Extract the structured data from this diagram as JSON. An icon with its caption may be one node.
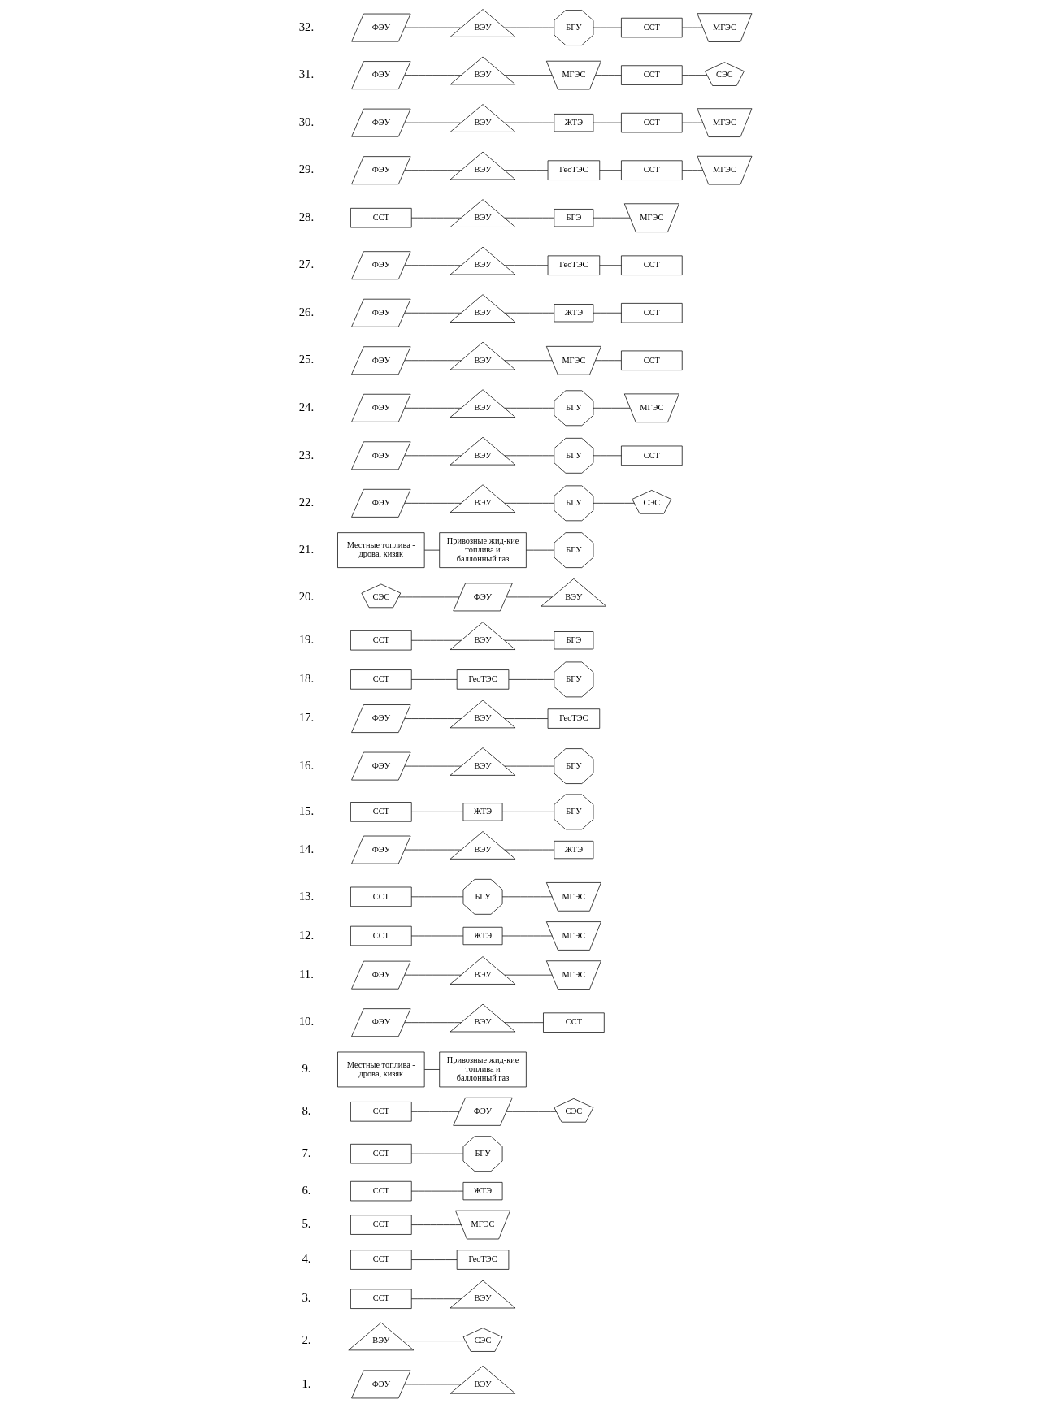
{
  "diagram": {
    "nodes": [
      {
        "text": [
          "ФЭУ"
        ]
      },
      {
        "text": [
          "ВЭУ"
        ]
      },
      {
        "text": [
          "ВЭУ"
        ]
      },
      {
        "text": [
          "СЭС"
        ]
      },
      {
        "text": [
          "ССТ"
        ]
      },
      {
        "text": [
          "ВЭУ"
        ]
      },
      {
        "text": [
          "ССТ"
        ]
      },
      {
        "text": [
          "ГеоТЭС"
        ]
      },
      {
        "text": [
          "ССТ"
        ]
      },
      {
        "text": [
          "МГЭС"
        ]
      },
      {
        "text": [
          "ССТ"
        ]
      },
      {
        "text": [
          "ЖТЭ"
        ]
      },
      {
        "text": [
          "ССТ"
        ]
      },
      {
        "text": [
          "БГУ"
        ]
      },
      {
        "text": [
          "ССТ"
        ]
      },
      {
        "text": [
          "ФЭУ"
        ]
      },
      {
        "text": [
          "СЭС"
        ]
      },
      {
        "text": [
          "Местные топлива - дрова, кизяк"
        ]
      },
      {
        "text": [
          "Привозные жид-кие топлива и баллонный газ"
        ]
      },
      {
        "text": [
          "ФЭУ"
        ]
      },
      {
        "text": [
          "ВЭУ"
        ]
      },
      {
        "text": [
          "ССТ"
        ]
      },
      {
        "text": [
          "ФЭУ"
        ]
      },
      {
        "text": [
          "ВЭУ"
        ]
      },
      {
        "text": [
          "МГЭС"
        ]
      },
      {
        "text": [
          "ССТ"
        ]
      },
      {
        "text": [
          "ЖТЭ"
        ]
      },
      {
        "text": [
          "МГЭС"
        ]
      },
      {
        "text": [
          "ССТ"
        ]
      },
      {
        "text": [
          "БГУ"
        ]
      },
      {
        "text": [
          "МГЭС"
        ]
      },
      {
        "text": [
          "ФЭУ"
        ]
      },
      {
        "text": [
          "ВЭУ"
        ]
      },
      {
        "text": [
          "ЖТЭ"
        ]
      },
      {
        "text": [
          "ССТ"
        ]
      },
      {
        "text": [
          "ЖТЭ"
        ]
      },
      {
        "text": [
          "БГУ"
        ]
      },
      {
        "text": [
          "ФЭУ"
        ]
      },
      {
        "text": [
          "ВЭУ"
        ]
      },
      {
        "text": [
          "БГУ"
        ]
      },
      {
        "text": [
          "ФЭУ"
        ]
      },
      {
        "text": [
          "ВЭУ"
        ]
      },
      {
        "text": [
          "ГеоТЭС"
        ]
      },
      {
        "text": [
          "ССТ"
        ]
      },
      {
        "text": [
          "ГеоТЭС"
        ]
      },
      {
        "text": [
          "БГУ"
        ]
      },
      {
        "text": [
          "ССТ"
        ]
      },
      {
        "text": [
          "ВЭУ"
        ]
      },
      {
        "text": [
          "БГЭ"
        ]
      },
      {
        "text": [
          "СЭС"
        ]
      },
      {
        "text": [
          "ФЭУ"
        ]
      },
      {
        "text": [
          "ВЭУ"
        ]
      },
      {
        "text": [
          "Местные топлива - дрова, кизяк"
        ]
      },
      {
        "text": [
          "Привозные жид-кие топлива и баллонный газ"
        ]
      },
      {
        "text": [
          "БГУ"
        ]
      },
      {
        "text": [
          "ФЭУ"
        ]
      },
      {
        "text": [
          "ВЭУ"
        ]
      },
      {
        "text": [
          "БГУ"
        ]
      },
      {
        "text": [
          "СЭС"
        ]
      },
      {
        "text": [
          "ФЭУ"
        ]
      },
      {
        "text": [
          "ВЭУ"
        ]
      },
      {
        "text": [
          "БГУ"
        ]
      },
      {
        "text": [
          "ССТ"
        ]
      },
      {
        "text": [
          "ФЭУ"
        ]
      },
      {
        "text": [
          "ВЭУ"
        ]
      },
      {
        "text": [
          "БГУ"
        ]
      },
      {
        "text": [
          "МГЭС"
        ]
      },
      {
        "text": [
          "ФЭУ"
        ]
      },
      {
        "text": [
          "ВЭУ"
        ]
      },
      {
        "text": [
          "МГЭС"
        ]
      },
      {
        "text": [
          "ССТ"
        ]
      },
      {
        "text": [
          "ФЭУ"
        ]
      },
      {
        "text": [
          "ВЭУ"
        ]
      },
      {
        "text": [
          "ЖТЭ"
        ]
      },
      {
        "text": [
          "ССТ"
        ]
      },
      {
        "text": [
          "ФЭУ"
        ]
      },
      {
        "text": [
          "ВЭУ"
        ]
      },
      {
        "text": [
          "ГеоТЭС"
        ]
      },
      {
        "text": [
          "ССТ"
        ]
      },
      {
        "text": [
          "ССТ"
        ]
      },
      {
        "text": [
          "ВЭУ"
        ]
      },
      {
        "text": [
          "БГЭ"
        ]
      },
      {
        "text": [
          "МГЭС"
        ]
      },
      {
        "text": [
          "ФЭУ"
        ]
      },
      {
        "text": [
          "ВЭУ"
        ]
      },
      {
        "text": [
          "ГеоТЭС"
        ]
      },
      {
        "text": [
          "ССТ"
        ]
      },
      {
        "text": [
          "МГЭС"
        ]
      },
      {
        "text": [
          "ФЭУ"
        ]
      },
      {
        "text": [
          "ВЭУ"
        ]
      },
      {
        "text": [
          "ЖТЭ"
        ]
      },
      {
        "text": [
          "ССТ"
        ]
      },
      {
        "text": [
          "МГЭС"
        ]
      },
      {
        "text": [
          "ФЭУ"
        ]
      },
      {
        "text": [
          "ВЭУ"
        ]
      },
      {
        "text": [
          "МГЭС"
        ]
      },
      {
        "text": [
          "ССТ"
        ]
      },
      {
        "text": [
          "СЭС"
        ]
      },
      {
        "text": [
          "ФЭУ"
        ]
      },
      {
        "text": [
          "ВЭУ"
        ]
      },
      {
        "text": [
          "БГУ"
        ]
      },
      {
        "text": [
          "ССТ"
        ]
      },
      {
        "text": [
          "МГЭС"
        ]
      }
    ],
    "edges": [
      {
        "from": 0,
        "to": 1,
        "arrow": "none"
      },
      {
        "from": 2,
        "to": 3,
        "arrow": "none"
      },
      {
        "from": 4,
        "to": 5,
        "arrow": "none"
      },
      {
        "from": 6,
        "to": 7,
        "arrow": "none"
      },
      {
        "from": 8,
        "to": 9,
        "arrow": "none"
      },
      {
        "from": 10,
        "to": 11,
        "arrow": "none"
      },
      {
        "from": 12,
        "to": 13,
        "arrow": "none"
      },
      {
        "from": 14,
        "to": 15,
        "arrow": "none"
      },
      {
        "from": 15,
        "to": 16,
        "arrow": "none"
      },
      {
        "from": 17,
        "to": 18,
        "arrow": "none"
      },
      {
        "from": 19,
        "to": 20,
        "arrow": "none"
      },
      {
        "from": 20,
        "to": 21,
        "arrow": "none"
      },
      {
        "from": 22,
        "to": 23,
        "arrow": "none"
      },
      {
        "from": 23,
        "to": 24,
        "arrow": "none"
      },
      {
        "from": 25,
        "to": 26,
        "arrow": "none"
      },
      {
        "from": 26,
        "to": 27,
        "arrow": "none"
      },
      {
        "from": 28,
        "to": 29,
        "arrow": "none"
      },
      {
        "from": 29,
        "to": 30,
        "arrow": "none"
      },
      {
        "from": 31,
        "to": 32,
        "arrow": "none"
      },
      {
        "from": 32,
        "to": 33,
        "arrow": "none"
      },
      {
        "from": 34,
        "to": 35,
        "arrow": "none"
      },
      {
        "from": 35,
        "to": 36,
        "arrow": "none"
      },
      {
        "from": 37,
        "to": 38,
        "arrow": "none"
      },
      {
        "from": 38,
        "to": 39,
        "arrow": "none"
      },
      {
        "from": 40,
        "to": 41,
        "arrow": "none"
      },
      {
        "from": 41,
        "to": 42,
        "arrow": "none"
      },
      {
        "from": 43,
        "to": 44,
        "arrow": "none"
      },
      {
        "from": 44,
        "to": 45,
        "arrow": "none"
      },
      {
        "from": 46,
        "to": 47,
        "arrow": "none"
      },
      {
        "from": 47,
        "to": 48,
        "arrow": "none"
      },
      {
        "from": 49,
        "to": 50,
        "arrow": "none"
      },
      {
        "from": 50,
        "to": 51,
        "arrow": "none"
      },
      {
        "from": 52,
        "to": 53,
        "arrow": "none"
      },
      {
        "from": 53,
        "to": 54,
        "arrow": "none"
      },
      {
        "from": 55,
        "to": 56,
        "arrow": "none"
      },
      {
        "from": 56,
        "to": 57,
        "arrow": "none"
      },
      {
        "from": 57,
        "to": 58,
        "arrow": "none"
      },
      {
        "from": 59,
        "to": 60,
        "arrow": "none"
      },
      {
        "from": 60,
        "to": 61,
        "arrow": "none"
      },
      {
        "from": 61,
        "to": 62,
        "arrow": "none"
      },
      {
        "from": 63,
        "to": 64,
        "arrow": "none"
      },
      {
        "from": 64,
        "to": 65,
        "arrow": "none"
      },
      {
        "from": 65,
        "to": 66,
        "arrow": "none"
      },
      {
        "from": 67,
        "to": 68,
        "arrow": "none"
      },
      {
        "from": 68,
        "to": 69,
        "arrow": "none"
      },
      {
        "from": 69,
        "to": 70,
        "arrow": "none"
      },
      {
        "from": 71,
        "to": 72,
        "arrow": "none"
      },
      {
        "from": 72,
        "to": 73,
        "arrow": "none"
      },
      {
        "from": 73,
        "to": 74,
        "arrow": "none"
      },
      {
        "from": 75,
        "to": 76,
        "arrow": "none"
      },
      {
        "from": 76,
        "to": 77,
        "arrow": "none"
      },
      {
        "from": 77,
        "to": 78,
        "arrow": "none"
      },
      {
        "from": 79,
        "to": 80,
        "arrow": "none"
      },
      {
        "from": 80,
        "to": 81,
        "arrow": "none"
      },
      {
        "from": 81,
        "to": 82,
        "arrow": "none"
      },
      {
        "from": 83,
        "to": 84,
        "arrow": "none"
      },
      {
        "from": 84,
        "to": 85,
        "arrow": "none"
      },
      {
        "from": 85,
        "to": 86,
        "arrow": "none"
      },
      {
        "from": 86,
        "to": 87,
        "arrow": "none"
      },
      {
        "from": 88,
        "to": 89,
        "arrow": "none"
      },
      {
        "from": 89,
        "to": 90,
        "arrow": "none"
      },
      {
        "from": 90,
        "to": 91,
        "arrow": "none"
      },
      {
        "from": 91,
        "to": 92,
        "arrow": "none"
      },
      {
        "from": 93,
        "to": 94,
        "arrow": "none"
      },
      {
        "from": 94,
        "to": 95,
        "arrow": "none"
      },
      {
        "from": 95,
        "to": 96,
        "arrow": "none"
      },
      {
        "from": 96,
        "to": 97,
        "arrow": "none"
      },
      {
        "from": 98,
        "to": 99,
        "arrow": "none"
      },
      {
        "from": 99,
        "to": 100,
        "arrow": "none"
      },
      {
        "from": 100,
        "to": 101,
        "arrow": "none"
      },
      {
        "from": 101,
        "to": 102,
        "arrow": "none"
      }
    ],
    "labels": [
      "1.",
      "2.",
      "3.",
      "4.",
      "5.",
      "6.",
      "7.",
      "8.",
      "9.",
      "10.",
      "11.",
      "12.",
      "13.",
      "14.",
      "15.",
      "16.",
      "17.",
      "18.",
      "19.",
      "20.",
      "21.",
      "22.",
      "23.",
      "24.",
      "25.",
      "26.",
      "27.",
      "28.",
      "29.",
      "30.",
      "31.",
      "32."
    ]
  }
}
